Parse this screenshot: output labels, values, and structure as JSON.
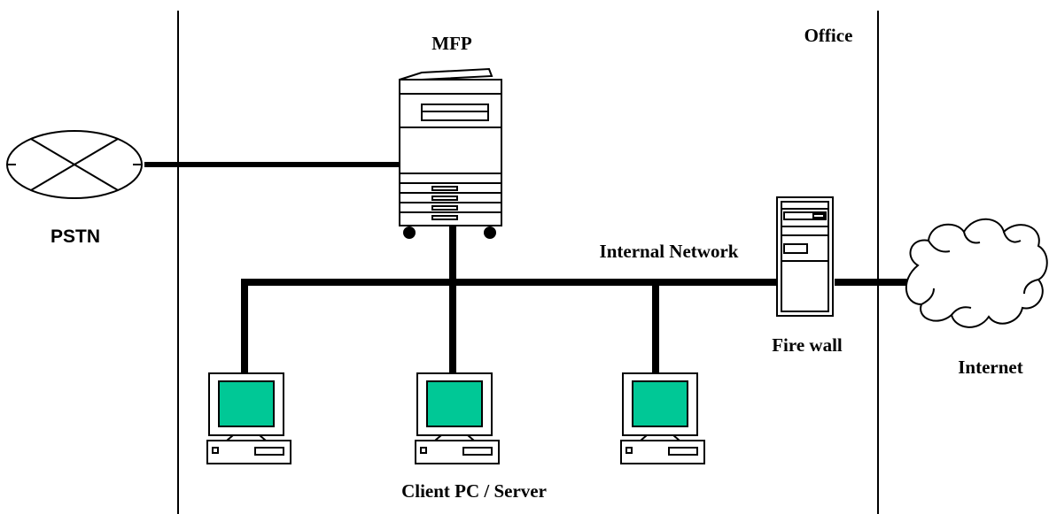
{
  "labels": {
    "mfp": "MFP",
    "office": "Office",
    "pstn": "PSTN",
    "internal_network": "Internal Network",
    "firewall": "Fire wall",
    "internet": "Internet",
    "clients": "Client PC / Server"
  },
  "colors": {
    "line": "#000000",
    "screen": "#00c896",
    "background": "#ffffff"
  },
  "icons": [
    "pstn-icon",
    "mfp-icon",
    "firewall-server-icon",
    "internet-cloud-icon",
    "client-pc-icon"
  ]
}
